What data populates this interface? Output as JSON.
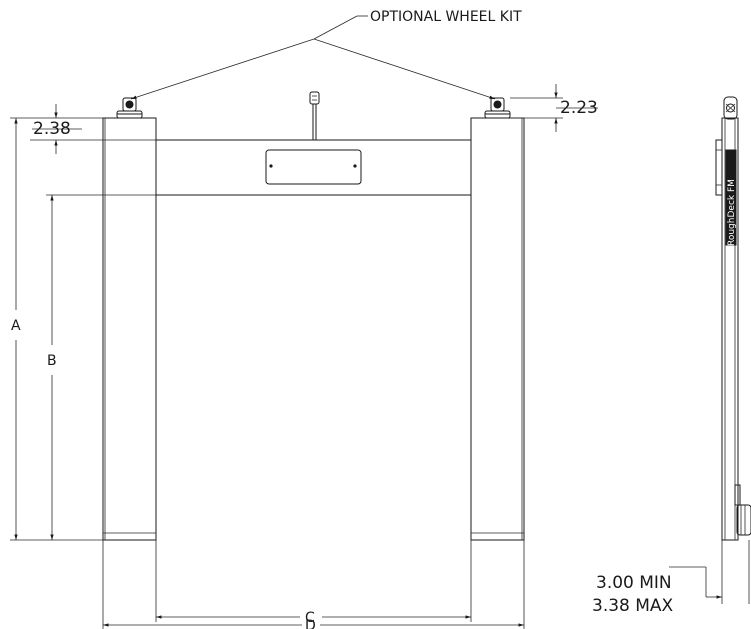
{
  "callout": {
    "wheel_kit": "OPTIONAL WHEEL KIT"
  },
  "dimensions": {
    "top_left": "2.38",
    "top_right": "2.23",
    "a": "A",
    "b": "B",
    "c": "C",
    "d": "D",
    "min": "3.00 MIN",
    "max": "3.38 MAX"
  },
  "side_view": {
    "brand_label": "RoughDeck FM"
  },
  "colors": {
    "line": "#1a1a1a",
    "background": "#ffffff"
  }
}
